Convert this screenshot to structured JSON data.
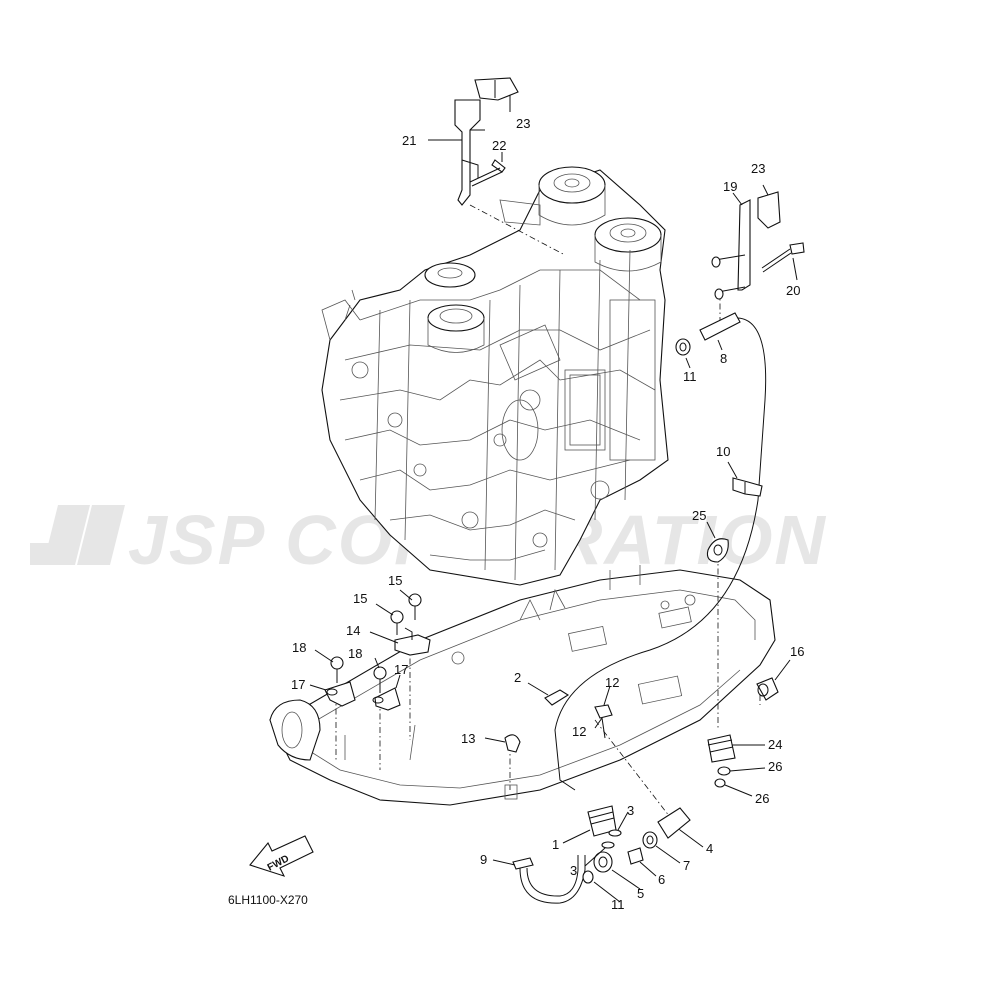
{
  "diagram": {
    "reference_code": "6LH1100-X270",
    "direction_label": "FWD",
    "watermark_text": "JSP CORPORATION",
    "callouts": [
      {
        "id": "c23a",
        "text": "23"
      },
      {
        "id": "c21",
        "text": "21"
      },
      {
        "id": "c22",
        "text": "22"
      },
      {
        "id": "c23b",
        "text": "23"
      },
      {
        "id": "c19",
        "text": "19"
      },
      {
        "id": "c20",
        "text": "20"
      },
      {
        "id": "c8",
        "text": "8"
      },
      {
        "id": "c11a",
        "text": "11"
      },
      {
        "id": "c10",
        "text": "10"
      },
      {
        "id": "c25",
        "text": "25"
      },
      {
        "id": "c15a",
        "text": "15"
      },
      {
        "id": "c15b",
        "text": "15"
      },
      {
        "id": "c14",
        "text": "14"
      },
      {
        "id": "c18a",
        "text": "18"
      },
      {
        "id": "c18b",
        "text": "18"
      },
      {
        "id": "c17a",
        "text": "17"
      },
      {
        "id": "c17b",
        "text": "17"
      },
      {
        "id": "c16",
        "text": "16"
      },
      {
        "id": "c2",
        "text": "2"
      },
      {
        "id": "c12a",
        "text": "12"
      },
      {
        "id": "c12b",
        "text": "12"
      },
      {
        "id": "c13",
        "text": "13"
      },
      {
        "id": "c24",
        "text": "24"
      },
      {
        "id": "c26a",
        "text": "26"
      },
      {
        "id": "c26b",
        "text": "26"
      },
      {
        "id": "c1",
        "text": "1"
      },
      {
        "id": "c3a",
        "text": "3"
      },
      {
        "id": "c3b",
        "text": "3"
      },
      {
        "id": "c4",
        "text": "4"
      },
      {
        "id": "c7",
        "text": "7"
      },
      {
        "id": "c6",
        "text": "6"
      },
      {
        "id": "c5",
        "text": "5"
      },
      {
        "id": "c9",
        "text": "9"
      },
      {
        "id": "c11b",
        "text": "11"
      }
    ]
  }
}
